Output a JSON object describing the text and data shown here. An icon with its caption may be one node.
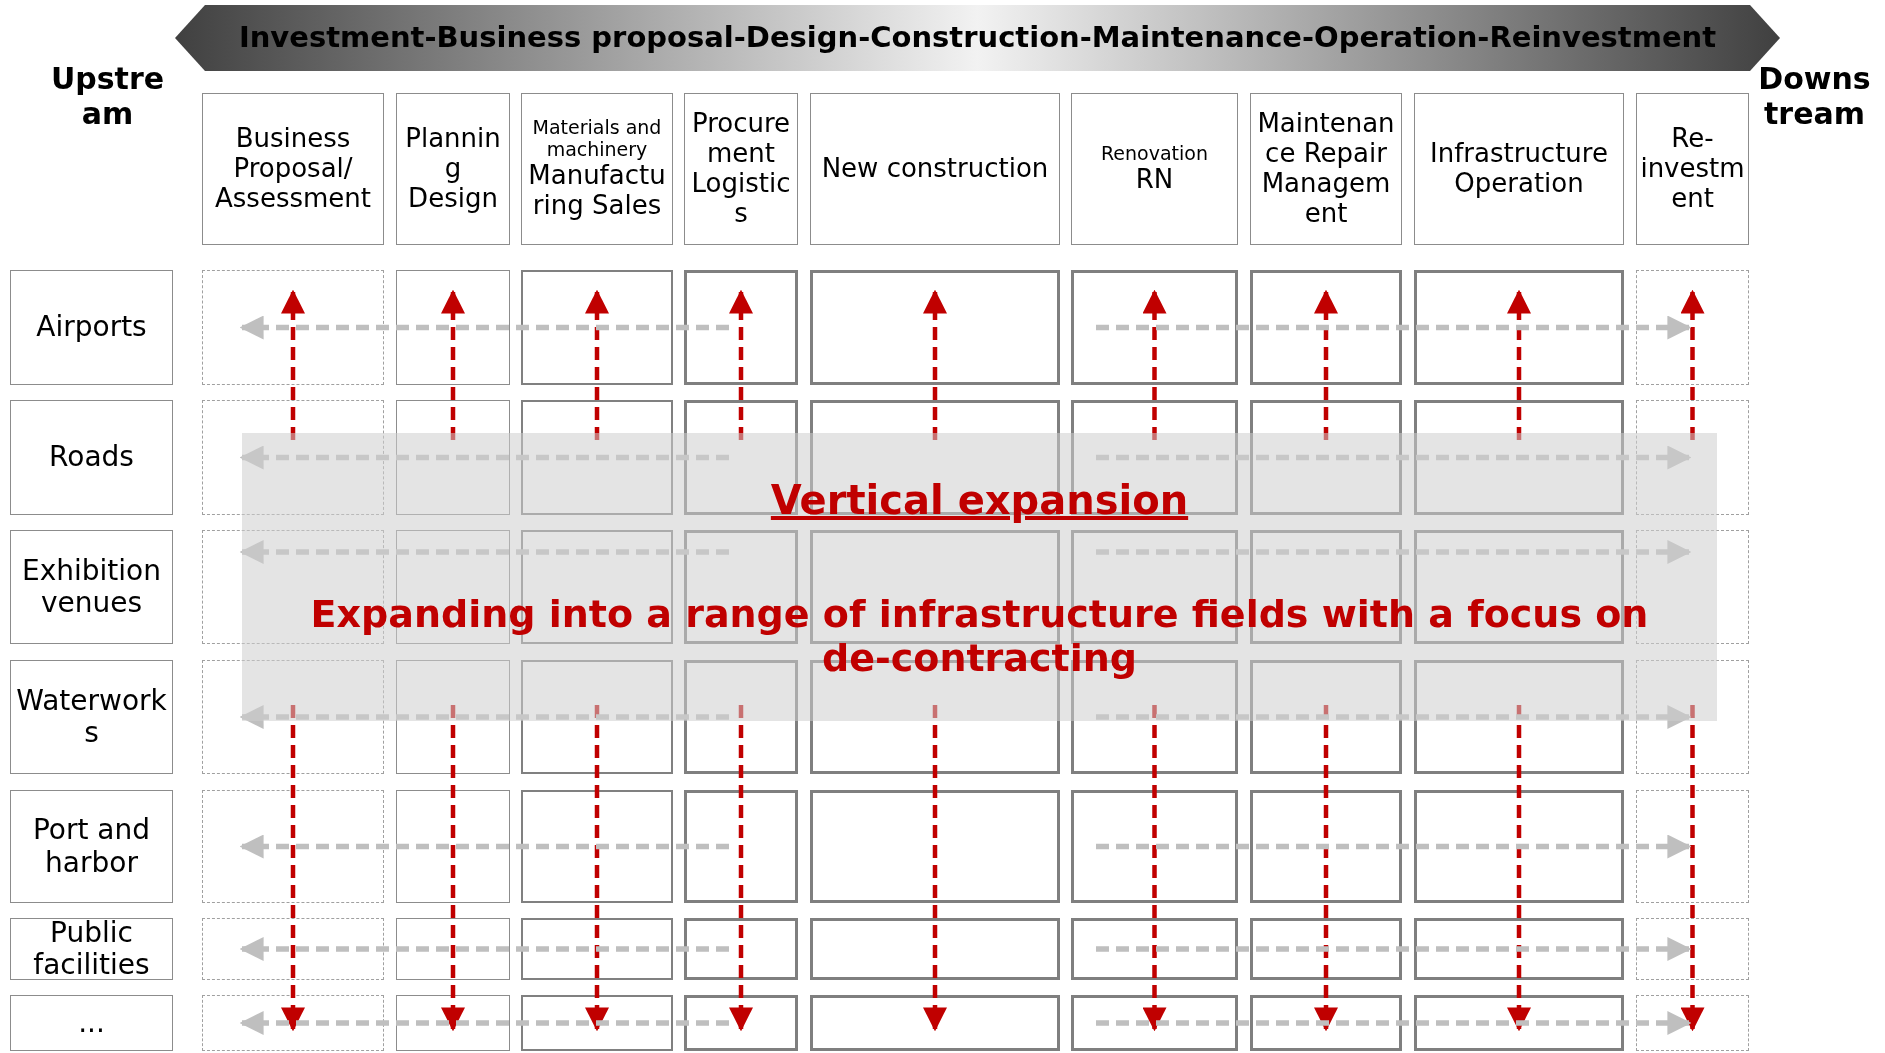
{
  "diagram": {
    "nodes": [
      {
        "text": [
          "Investment-Business proposal-Design-Construction-Maintenance-Operation-Reinvestment"
        ]
      },
      {
        "text": [
          "Business Proposal/ Assessment"
        ]
      },
      {
        "text": [
          "Planning Design"
        ]
      },
      {
        "text": [
          "Materials and machinery",
          "Manufacturing Sales"
        ]
      },
      {
        "text": [
          "Procurement Logistics"
        ]
      },
      {
        "text": [
          "New construction"
        ]
      },
      {
        "text": [
          "Renovation",
          "RN"
        ]
      },
      {
        "text": [
          "Maintenance Repair Management"
        ]
      },
      {
        "text": [
          "Infrastructure Operation"
        ]
      },
      {
        "text": [
          "Re-investment"
        ]
      },
      {
        "text": [
          "Airports"
        ]
      },
      {
        "text": [
          "Roads"
        ]
      },
      {
        "text": [
          "Exhibition venues"
        ]
      },
      {
        "text": [
          "Waterworks"
        ]
      },
      {
        "text": [
          "Port and harbor"
        ]
      },
      {
        "text": [
          "Public facilities"
        ]
      },
      {
        "text": [
          "..."
        ]
      },
      {
        "text": [
          "Vertical expansion",
          "Expanding into a range of infrastructure fields with a focus on de-contracting"
        ]
      }
    ],
    "labels": [
      "Upstream",
      "Downstream"
    ]
  }
}
